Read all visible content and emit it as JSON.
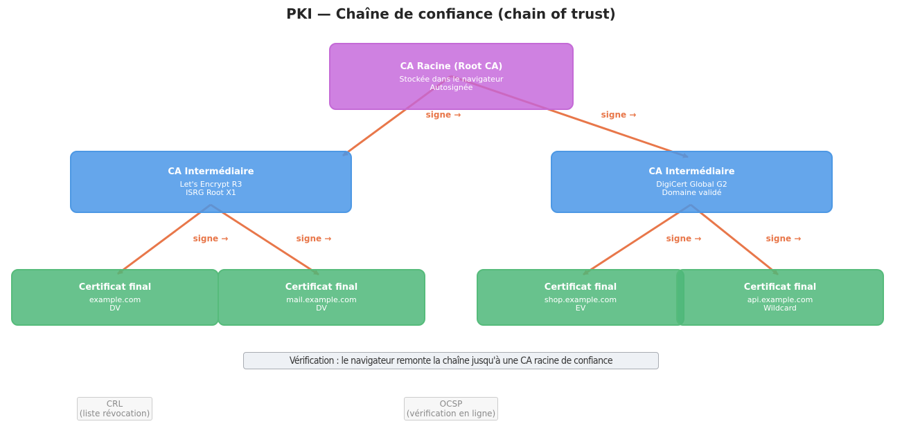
{
  "title": "PKI — Chaîne de confiance (chain of trust)",
  "colors": {
    "root": "#c46ad6",
    "intermediate": "#4d98e4",
    "leaf": "#56bb7b",
    "arrow": "#e8774a"
  },
  "root": {
    "title": "CA Racine (Root CA)",
    "lines": [
      "Stockée dans le navigateur",
      "Autosignée"
    ]
  },
  "intermediates": [
    {
      "title": "CA Intermédiaire",
      "lines": [
        "Let's Encrypt R3",
        "ISRG Root X1"
      ]
    },
    {
      "title": "CA Intermédiaire",
      "lines": [
        "DigiCert Global G2",
        "Domaine validé"
      ]
    }
  ],
  "leaves": [
    {
      "title": "Certificat final",
      "lines": [
        "example.com",
        "DV"
      ]
    },
    {
      "title": "Certificat final",
      "lines": [
        "mail.example.com",
        "DV"
      ]
    },
    {
      "title": "Certificat final",
      "lines": [
        "shop.example.com",
        "EV"
      ]
    },
    {
      "title": "Certificat final",
      "lines": [
        "api.example.com",
        "Wildcard"
      ]
    }
  ],
  "edge_label": "signe →",
  "verification": "Vérification : le navigateur remonte la chaîne jusqu'à une CA racine de confiance",
  "notes": {
    "crl": [
      "CRL",
      "(liste révocation)"
    ],
    "ocsp": [
      "OCSP",
      "(vérification en ligne)"
    ]
  }
}
